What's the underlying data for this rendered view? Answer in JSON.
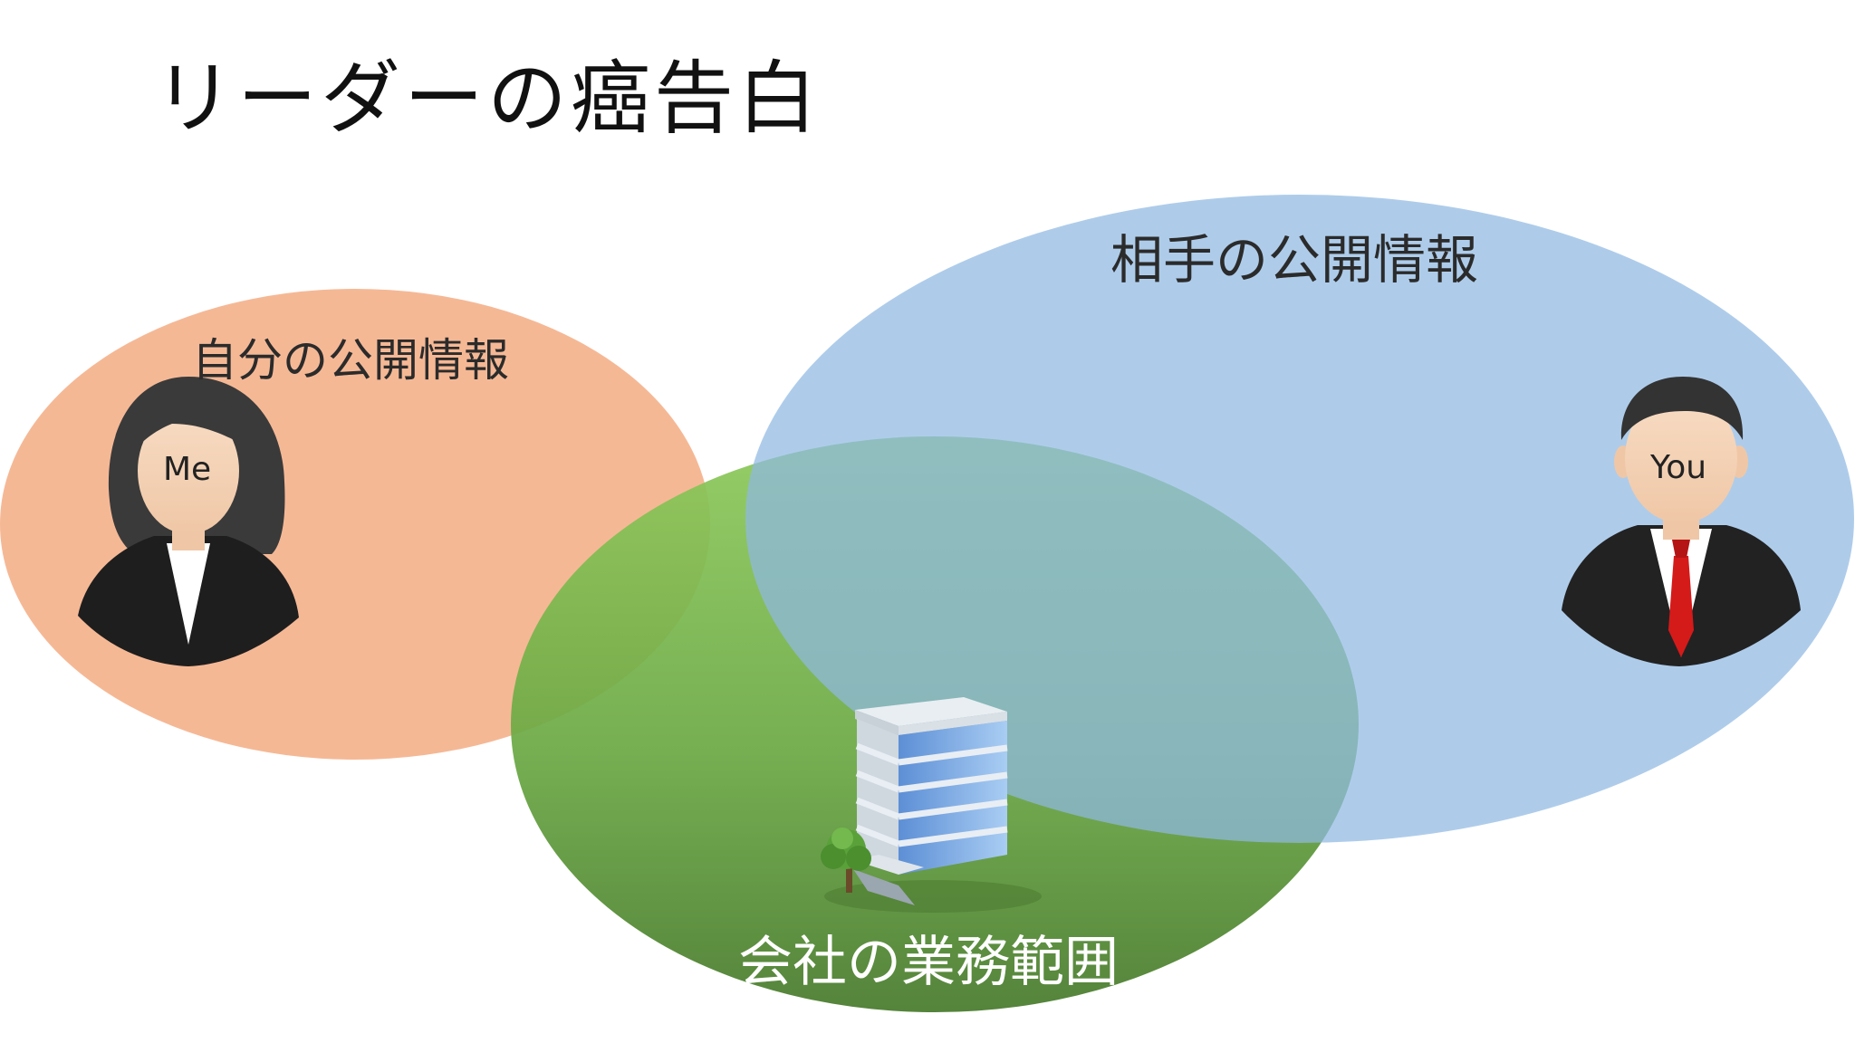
{
  "title": "リーダーの癌告白",
  "sets": {
    "mine": {
      "label": "自分の公開情報",
      "color": "#f4b28c"
    },
    "theirs": {
      "label": "相手の公開情報",
      "color": "#9fc3e6"
    },
    "company": {
      "label": "会社の業務範囲",
      "color_top": "#86c158",
      "color_bottom": "#4a7d2a"
    }
  },
  "people": {
    "me": {
      "label": "Me"
    },
    "you": {
      "label": "You"
    }
  },
  "icons": {
    "female_avatar": "businesswoman-icon",
    "male_avatar": "businessman-icon",
    "building": "office-building-icon"
  }
}
